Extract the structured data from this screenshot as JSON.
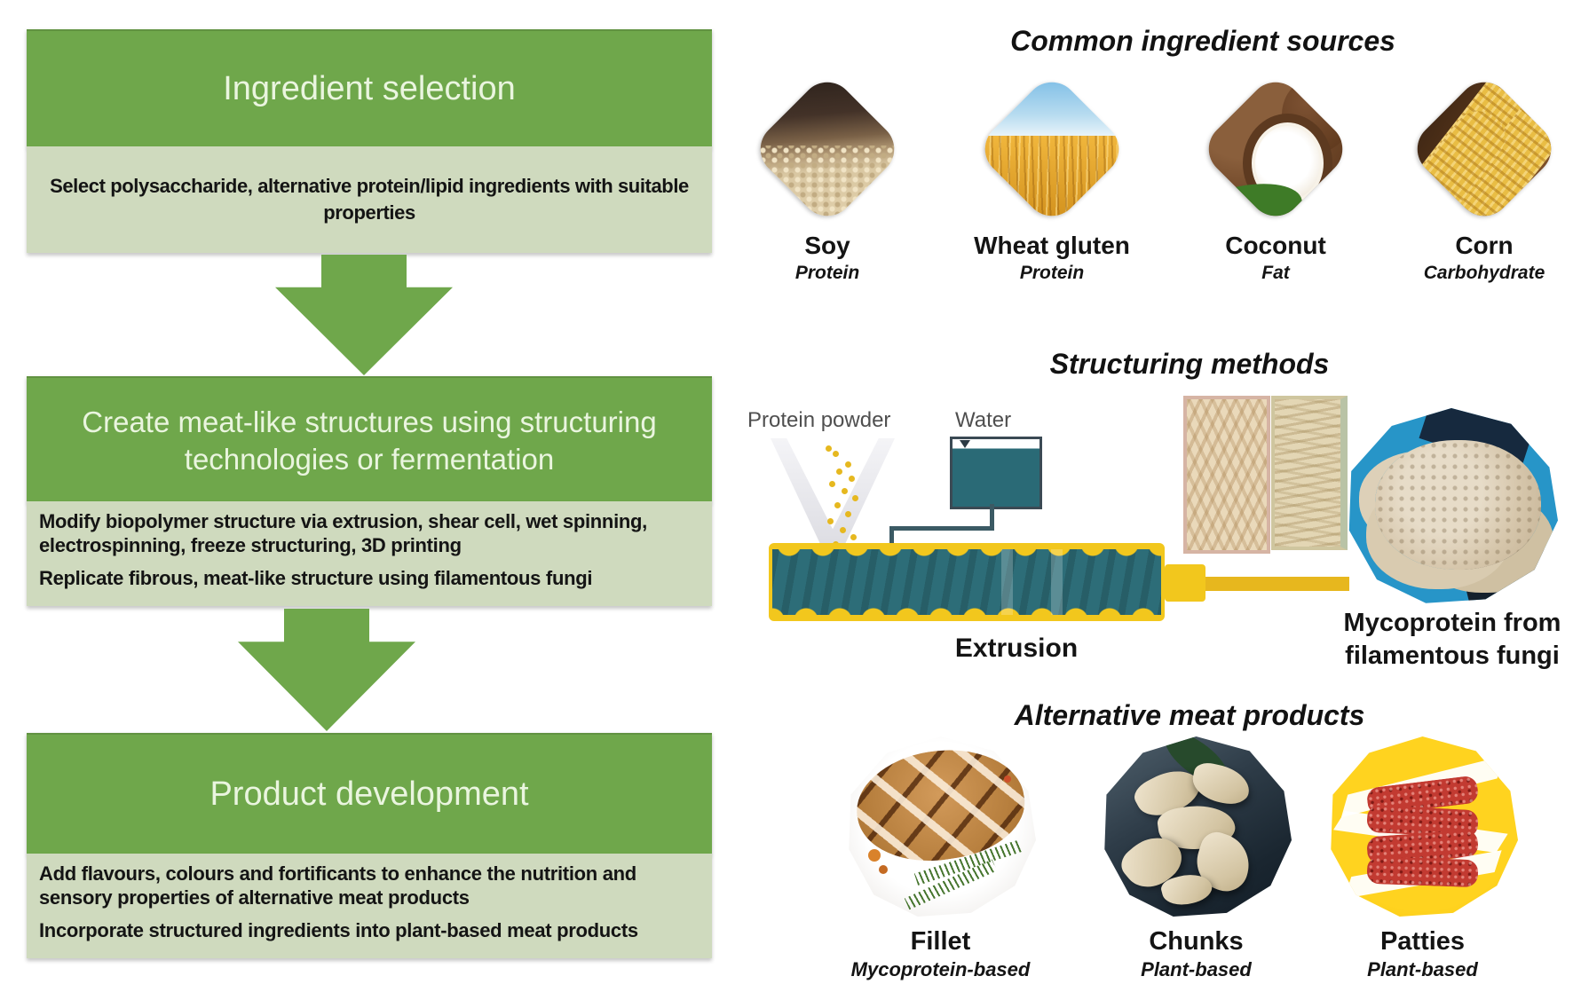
{
  "flow": {
    "steps": [
      {
        "title": "Ingredient selection",
        "description": "Select polysaccharide, alternative protein/lipid ingredients with suitable properties"
      },
      {
        "title": "Create meat-like structures using structuring technologies or fermentation",
        "lines": [
          "Modify biopolymer structure via extrusion, shear cell, wet spinning, electrospinning, freeze structuring, 3D printing",
          "Replicate fibrous, meat-like structure using filamentous fungi"
        ]
      },
      {
        "title": "Product development",
        "lines": [
          "Add flavours, colours and fortificants to enhance the nutrition and sensory properties of alternative meat products",
          "Incorporate structured ingredients into plant-based meat products"
        ]
      }
    ]
  },
  "sections": {
    "ingredients": {
      "title": "Common ingredient sources",
      "items": [
        {
          "name": "Soy",
          "type": "Protein",
          "icon": "soy-beans-photo"
        },
        {
          "name": "Wheat gluten",
          "type": "Protein",
          "icon": "wheat-field-photo"
        },
        {
          "name": "Coconut",
          "type": "Fat",
          "icon": "coconut-photo"
        },
        {
          "name": "Corn",
          "type": "Carbohydrate",
          "icon": "corn-cobs-photo"
        }
      ]
    },
    "structuring": {
      "title": "Structuring methods",
      "protein_powder_label": "Protein powder",
      "water_label": "Water",
      "extrusion_label": "Extrusion",
      "mycoprotein_caption": "Mycoprotein from filamentous fungi"
    },
    "products": {
      "title": "Alternative meat products",
      "items": [
        {
          "name": "Fillet",
          "type": "Mycoprotein-based",
          "icon": "grilled-fillet-photo"
        },
        {
          "name": "Chunks",
          "type": "Plant-based",
          "icon": "meat-chunks-photo"
        },
        {
          "name": "Patties",
          "type": "Plant-based",
          "icon": "red-patties-photo"
        }
      ]
    }
  },
  "colors": {
    "accent_green": "#6fa74b",
    "panel_light_green": "#cfdabe",
    "header_text": "#eaf5df",
    "teal": "#2d6d78",
    "extruder_yellow": "#f2c71d",
    "patties_background_yellow": "#ffd31f",
    "diagram_label_gray": "#4f4f4f",
    "text_black": "#141414"
  }
}
